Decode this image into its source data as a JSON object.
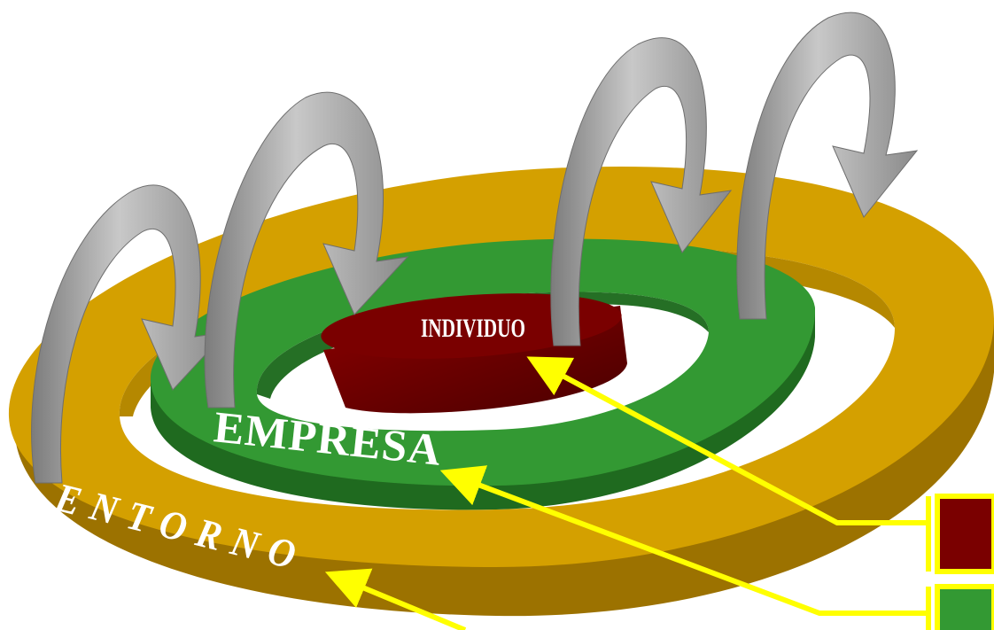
{
  "labels": {
    "individuo": "INDIVIDUO",
    "empresa": "EMPRESA",
    "entorno": "ENTORNO"
  },
  "colors": {
    "entorno": "#D4A000",
    "entorno_dark": "#9C7200",
    "empresa": "#339933",
    "empresa_dark": "#1F6A1F",
    "individuo": "#7A0000",
    "individuo_dark": "#4D0000",
    "arrow": "#A6A6A6",
    "pointer": "#FFFF00"
  },
  "legend": [
    {
      "swatch_color": "#7A0000",
      "icon": "legend-swatch-individuo"
    },
    {
      "swatch_color": "#339933",
      "icon": "legend-swatch-empresa"
    }
  ]
}
